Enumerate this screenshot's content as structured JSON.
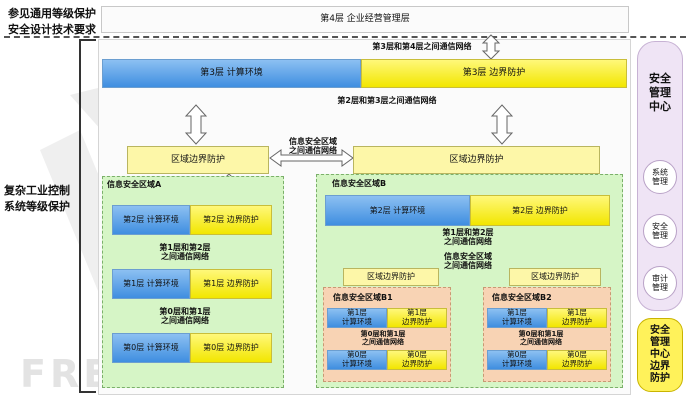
{
  "left_labels": {
    "top": "参见通用等级保护\n安全设计技术要求",
    "middle": "复杂工业控制\n系统等级保护"
  },
  "layer4": "第4层 企业经营管理层",
  "net_34": "第3层和第4层之间通信网络",
  "layer3": {
    "env": "第3层  计算环境",
    "border": "第3层  边界防护"
  },
  "net_23": "第2层和第3层之间通信网络",
  "inter_area_net": "信息安全区域\n之间通信网络",
  "area_a": {
    "border": "区域边界防护",
    "title": "信息安全区域A",
    "l2": {
      "env": "第2层  计算环境",
      "border": "第2层  边界防护"
    },
    "net12": "第1层和第2层\n之间通信网络",
    "l1": {
      "env": "第1层  计算环境",
      "border": "第1层  边界防护"
    },
    "net01": "第0层和第1层\n之间通信网络",
    "l0": {
      "env": "第0层  计算环境",
      "border": "第0层  边界防护"
    }
  },
  "area_b": {
    "border": "区域边界防护",
    "title": "信息安全区域B",
    "l2": {
      "env": "第2层  计算环境",
      "border": "第2层  边界防护"
    },
    "net12": "第1层和第2层\n之间通信网络",
    "inter_net": "信息安全区域\n之间通信网络",
    "b1": {
      "border": "区域边界防护",
      "title": "信息安全区域B1",
      "l1": {
        "env": "第1层\n计算环境",
        "border": "第1层\n边界防护"
      },
      "net01": "第0层和第1层\n之间通信网络",
      "l0": {
        "env": "第0层\n计算环境",
        "border": "第0层\n边界防护"
      }
    },
    "b2": {
      "border": "区域边界防护",
      "title": "信息安全区域B2",
      "l1": {
        "env": "第1层\n计算环境",
        "border": "第1层\n边界防护"
      },
      "net01": "第0层和第1层\n之间通信网络",
      "l0": {
        "env": "第0层\n计算环境",
        "border": "第0层\n边界防护"
      }
    }
  },
  "management": {
    "title": "安全\n管理\n中心",
    "items": [
      "系统\n管理",
      "安全\n管理",
      "审计\n管理"
    ],
    "border_title": "安全\n管理\n中心\n边界\n防护"
  },
  "watermark": "FREEBUF"
}
